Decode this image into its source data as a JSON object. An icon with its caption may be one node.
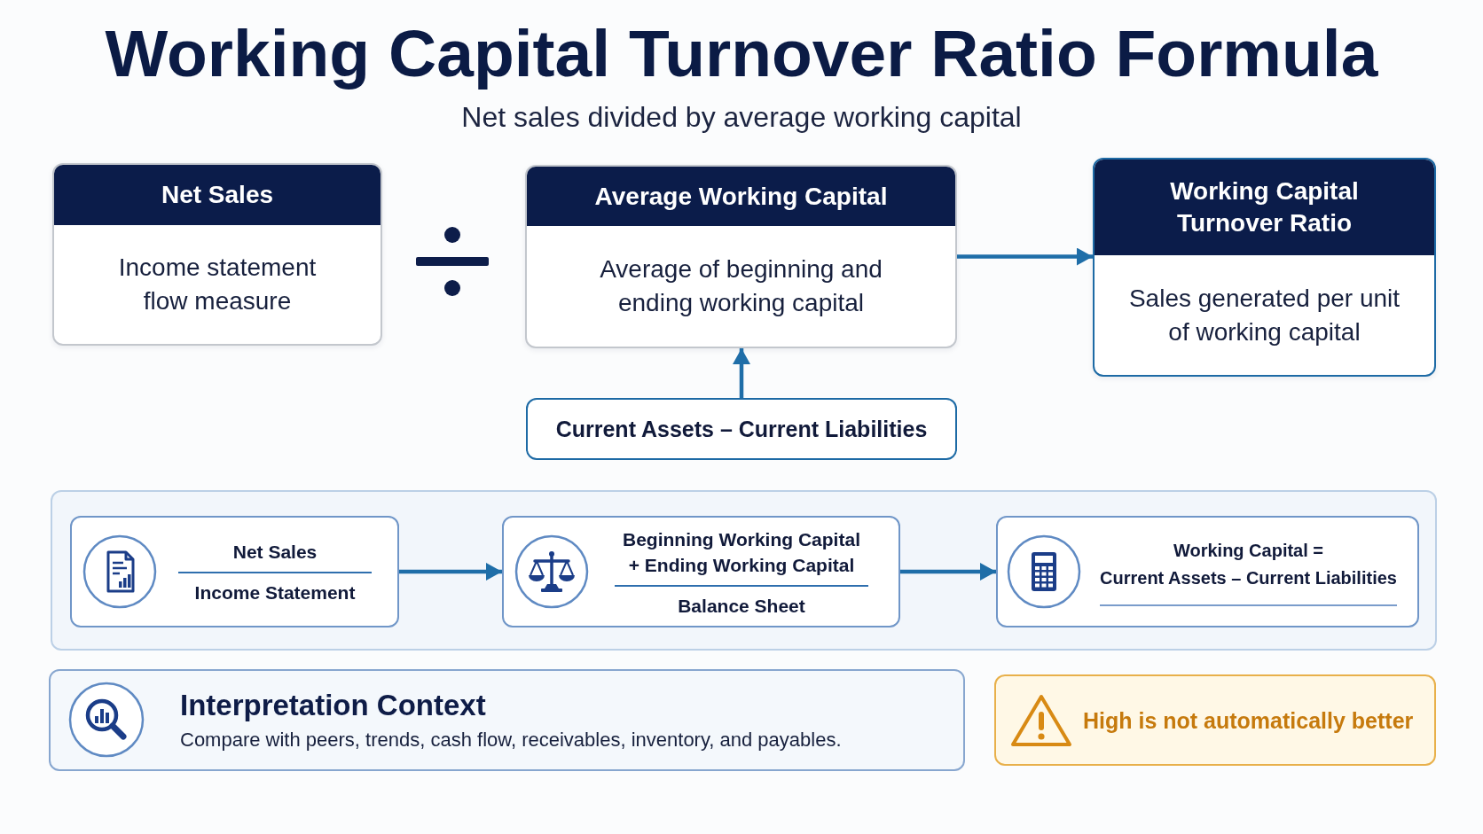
{
  "diagram": {
    "title": "Working Capital Turnover Ratio Formula",
    "nodes": [
      {
        "text": [
          "Net Sales",
          "Income statement flow measure"
        ]
      },
      {
        "text": [
          "Average Working Capital",
          "Average of beginning and ending working capital"
        ]
      },
      {
        "text": [
          "Working Capital Turnover Ratio",
          "Sales generated per unit of working capital"
        ]
      },
      {
        "text": [
          "Current Assets – Current Liabilities"
        ]
      },
      {
        "text": [],
        "shape": "box"
      },
      {
        "text": [
          "Net Sales",
          "Income Statement"
        ],
        "in": 4
      },
      {
        "text": [
          "Beginning Working Capital + Ending Working Capital",
          "Balance Sheet"
        ],
        "in": 4
      },
      {
        "text": [
          "Working Capital =",
          "Current Assets – Current Liabilities"
        ],
        "in": 4
      },
      {
        "text": [
          "Interpretation Context",
          "Compare with peers, trends, cash flow, receivables, inventory, and payables."
        ]
      },
      {
        "text": [
          "High is not automatically better"
        ]
      }
    ],
    "edges": [
      {
        "from": 1,
        "to": 2,
        "arrow": "to"
      },
      {
        "from": 3,
        "to": 1,
        "arrow": "to"
      },
      {
        "from": 5,
        "to": 6,
        "arrow": "to"
      },
      {
        "from": 6,
        "to": 7,
        "arrow": "to"
      }
    ],
    "labels": [
      "Net sales divided by average working capital"
    ]
  }
}
